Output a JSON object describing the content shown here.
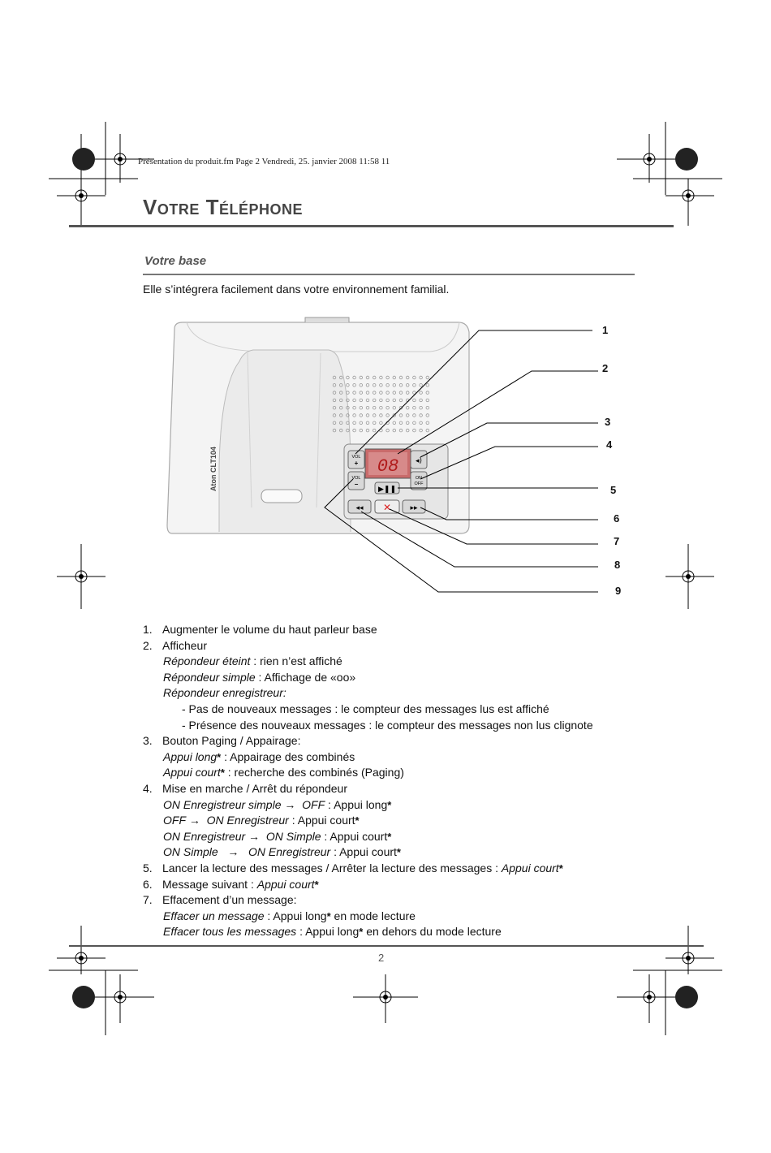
{
  "header": {
    "line": "Présentation du produit.fm  Page 2  Vendredi, 25. janvier 2008  11:58 11"
  },
  "title": "Votre Téléphone",
  "section": {
    "title": "Votre base",
    "intro": "Elle s’intégrera facilement dans votre environnement familial."
  },
  "device": {
    "model_label": "Aton CLT104",
    "display_value": "08",
    "vol_plus": "VOL +",
    "vol_minus": "VOL −",
    "on_off": "ON OFF"
  },
  "callouts": [
    "1",
    "2",
    "3",
    "4",
    "5",
    "6",
    "7",
    "8",
    "9"
  ],
  "list": {
    "i1": {
      "num": "1.",
      "text": "Augmenter le volume du haut parleur base"
    },
    "i2": {
      "num": "2.",
      "text": "Afficheur",
      "a_it": "Répondeur éteint",
      "a": " : rien n’est affiché",
      "b_it": "Répondeur simple",
      "b": " : Affichage de «oo»",
      "c_it": "Répondeur enregistreur:",
      "d": "- Pas de nouveaux messages : le compteur des messages lus est affiché",
      "e": "- Présence des nouveaux messages : le compteur des messages non lus clignote"
    },
    "i3": {
      "num": "3.",
      "text": "Bouton Paging / Appairage:",
      "a_it": "Appui long",
      "a": " : Appairage des combinés",
      "b_it": "Appui court",
      "b": " : recherche des combinés (Paging)"
    },
    "i4": {
      "num": "4.",
      "text": "Mise en marche / Arrêt du répondeur",
      "a_it": "ON Enregistreur simple",
      "a_it2": "OFF",
      "a": " : Appui long",
      "b_it": "OFF",
      "b_it2": "ON Enregistreur",
      "b": " : Appui court",
      "c_it": "ON Enregistreur",
      "c_it2": "ON Simple",
      "c": " : Appui court",
      "d_it": "ON Simple",
      "d_it2": "ON Enregistreur",
      "d": " : Appui court"
    },
    "i5": {
      "num": "5.",
      "text": "Lancer la lecture des messages / Arrêter la lecture des messages : ",
      "text_it": "Appui court"
    },
    "i6": {
      "num": "6.",
      "text": "Message suivant  : ",
      "text_it": "Appui court"
    },
    "i7": {
      "num": "7.",
      "text": "Effacement d’un message:",
      "a_it": "Effacer un message",
      "a": " : Appui long",
      "a2": " en mode lecture",
      "b_it": "Effacer tous les messages",
      "b": " : Appui long",
      "b2": " en dehors du mode lecture"
    }
  },
  "symbols": {
    "star": "*",
    "arrow": "→"
  },
  "footer": {
    "page": "2"
  }
}
